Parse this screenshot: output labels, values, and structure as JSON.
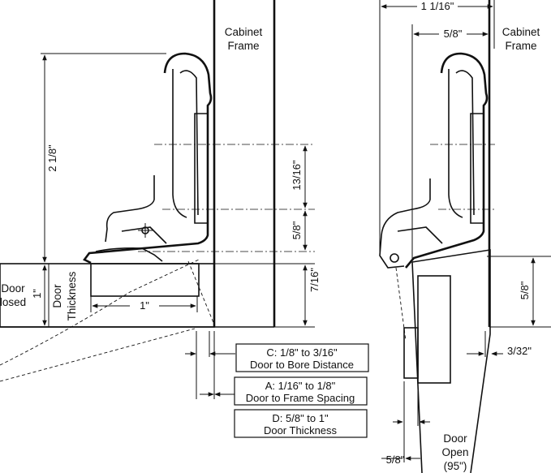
{
  "left_view": {
    "cabinet_frame": [
      "Cabinet",
      "Frame"
    ],
    "door_closed": [
      "Door",
      "losed"
    ],
    "door_thickness": [
      "Door",
      "Thickness"
    ],
    "dims": {
      "height_total": "2 1/8\"",
      "door_1in": "1\"",
      "horiz_1in": "1\"",
      "dim_13_16": "13/16\"",
      "dim_5_8": "5/8\"",
      "dim_7_16": "7/16\""
    }
  },
  "right_view": {
    "cabinet_frame": [
      "Cabinet",
      "Frame"
    ],
    "door_open": [
      "Door",
      "Open",
      "(95\")"
    ],
    "dims": {
      "top_1_1_16": "1 1/16\"",
      "top_5_8": "5/8\"",
      "side_5_8": "5/8\"",
      "dim_3_32": "3/32\"",
      "bottom_5_8": "5/8\""
    }
  },
  "legend_boxes": [
    {
      "title": "C: 1/8\" to 3/16\"",
      "subtitle": "Door to Bore Distance"
    },
    {
      "title": "A: 1/16\" to 1/8\"",
      "subtitle": "Door to Frame Spacing"
    },
    {
      "title": "D: 5/8\" to 1\"",
      "subtitle": "Door Thickness"
    }
  ]
}
